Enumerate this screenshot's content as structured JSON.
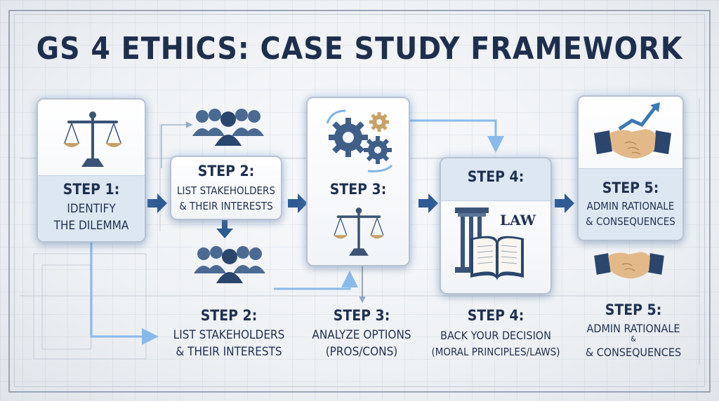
{
  "title": "GS 4 ETHICS: CASE STUDY FRAMEWORK",
  "colors": {
    "navy": "#1f3150",
    "accent_blue": "#6aa8e6",
    "band": "#dde7f2",
    "gold": "#c7a16a"
  },
  "top_row": [
    {
      "step": "STEP 1:",
      "lines": [
        "IDENTIFY",
        "THE DILEMMA"
      ],
      "icon": "scales-icon"
    },
    {
      "step": "STEP 2:",
      "lines": [
        "LIST STAKEHOLDERS",
        "& THEIR INTERESTS"
      ],
      "icon": "people-group-icon"
    },
    {
      "step": "STEP 3:",
      "lines": [],
      "icon": "gears-icon"
    },
    {
      "step": "STEP 4:",
      "lines": [
        "LAW"
      ],
      "icon": "law-book-icon"
    },
    {
      "step": "STEP 5:",
      "lines": [
        "ADMIN RATIONALE",
        "& CONSEQUENCES"
      ],
      "icon": "handshake-growth-icon"
    }
  ],
  "bottom_row": [
    {
      "step": "STEP 2:",
      "lines": [
        "LIST STAKEHOLDERS",
        "& THEIR INTERESTS"
      ]
    },
    {
      "step": "STEP 3:",
      "lines": [
        "ANALYZE OPTIONS",
        "(PROS/CONS)"
      ]
    },
    {
      "step": "STEP 4:",
      "lines": [
        "BACK YOUR DECISION",
        "(MORAL PRINCIPLES/LAWS)"
      ]
    },
    {
      "step": "STEP 5:",
      "lines": [
        "ADMIN RATIONALE",
        "&",
        "& CONSEQUENCES"
      ]
    }
  ]
}
